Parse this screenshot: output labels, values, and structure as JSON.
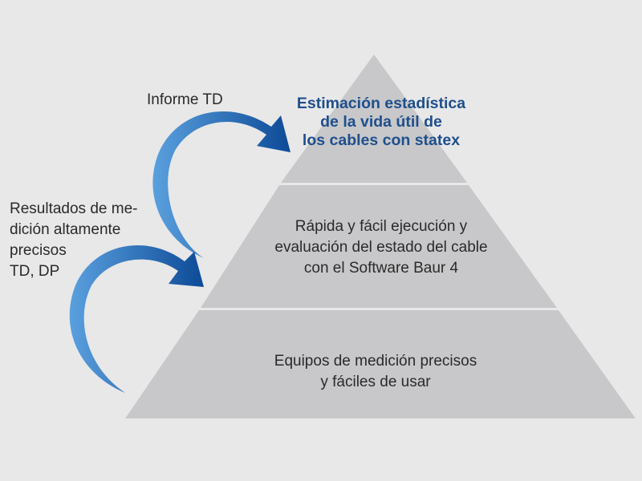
{
  "diagram": {
    "tiers": [
      {
        "lines": [
          "Estimación estadística",
          "de la vida útil de",
          "los cables con statex"
        ]
      },
      {
        "lines": [
          "Rápida y fácil ejecución y",
          "evaluación del estado del cable",
          "con el Software Baur 4"
        ]
      },
      {
        "lines": [
          "Equipos de medición precisos",
          "y fáciles de usar"
        ]
      }
    ],
    "side_labels": [
      {
        "lines": [
          "Informe TD"
        ]
      },
      {
        "lines": [
          "Resultados de me-",
          "dición altamente",
          "precisos",
          "TD, DP"
        ]
      }
    ],
    "colors": {
      "background": "#e8e8e9",
      "pyramid": "#c8c8ca",
      "separator": "#ffffff",
      "arrow_light": "#5aa0de",
      "arrow_dark": "#0d4a97",
      "title_text": "#1f4f8c"
    }
  }
}
